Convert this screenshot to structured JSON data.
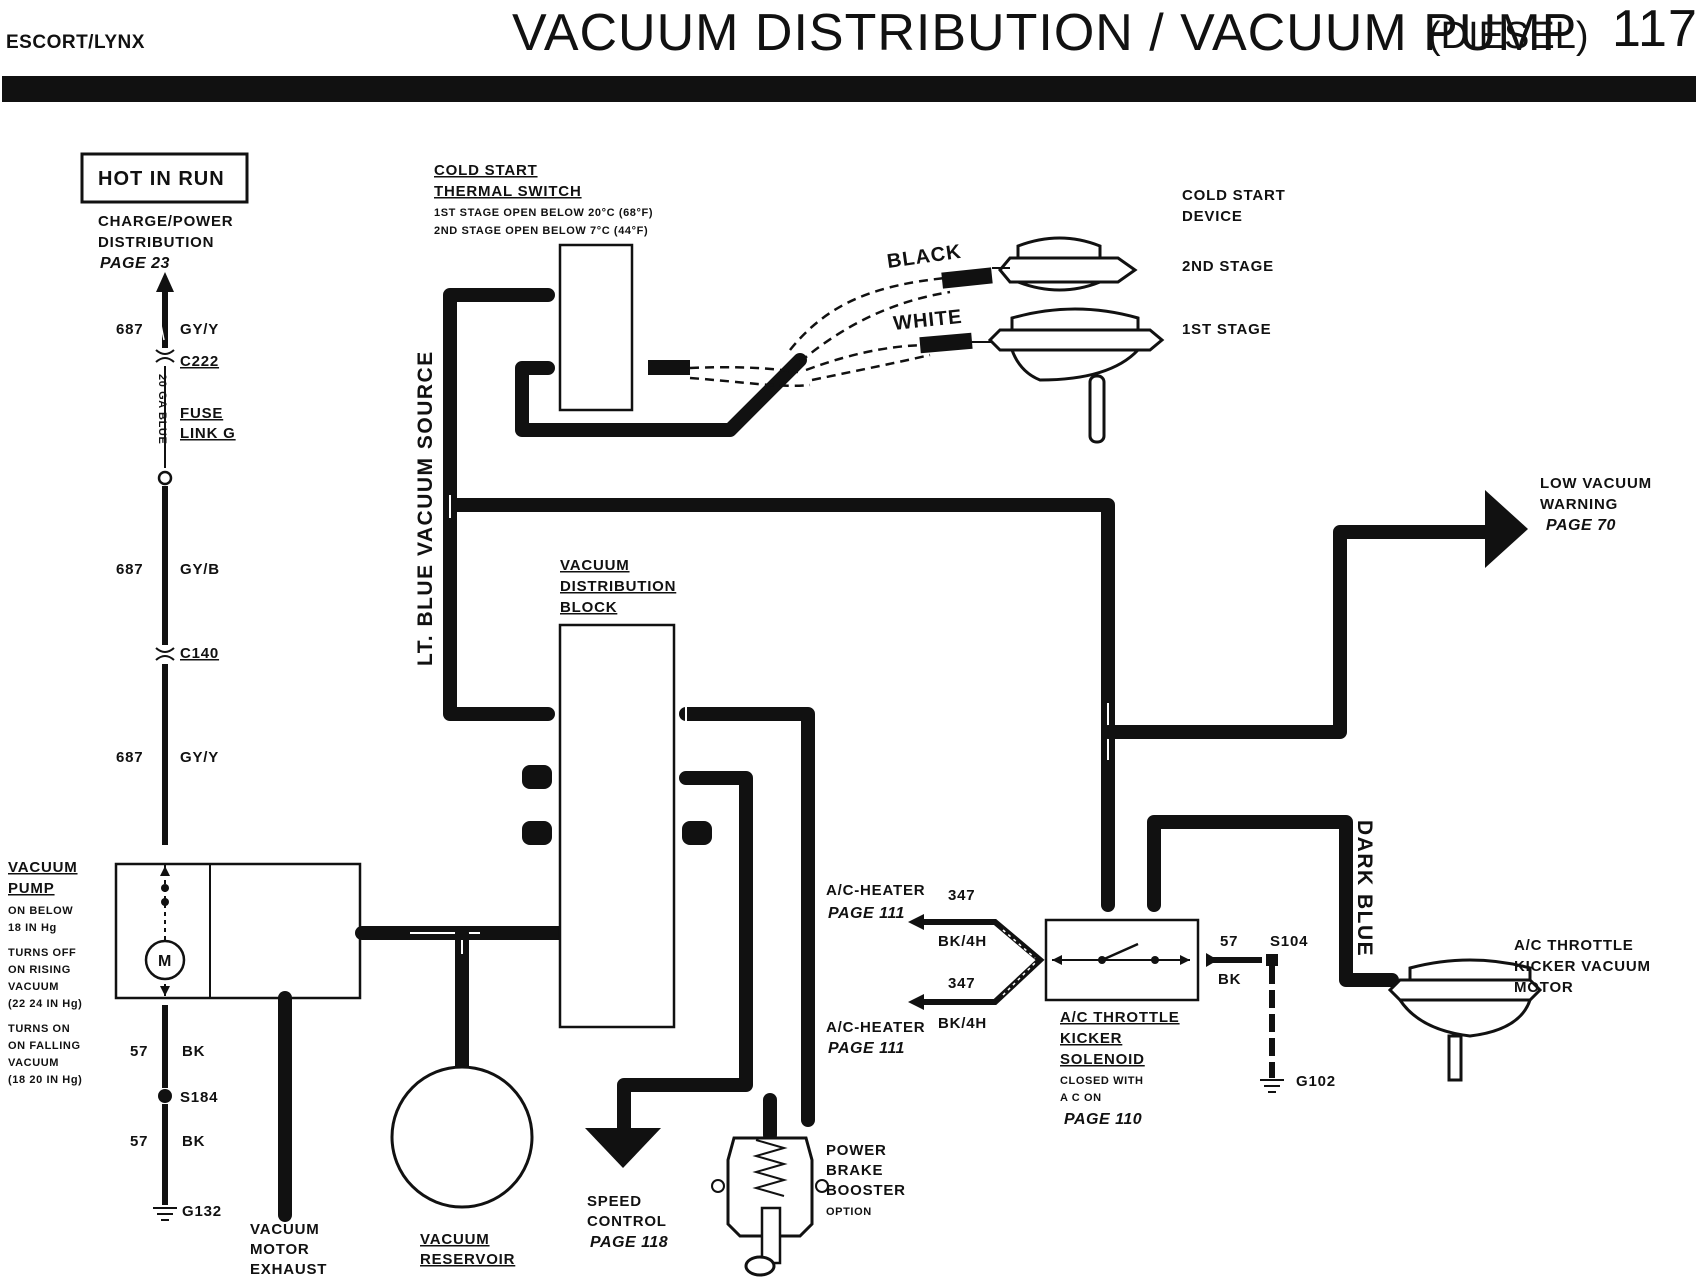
{
  "header": {
    "model": "ESCORT/LYNX",
    "title": "VACUUM DISTRIBUTION / VACUUM PUMP",
    "subtitle": "(DIESEL)",
    "page_number": "117"
  },
  "power": {
    "hot_in_run": "HOT IN RUN",
    "charge_line1": "CHARGE/POWER",
    "charge_line2": "DISTRIBUTION",
    "charge_page": "PAGE 23",
    "wire_687_a": "687",
    "gy_y_a": "GY/Y",
    "c222": "C222",
    "ga_blue": "20 GA BLUE",
    "fuse": "FUSE",
    "link_g": "LINK G",
    "wire_687_b": "687",
    "gy_b": "GY/B",
    "c140": "C140",
    "wire_687_c": "687",
    "gy_y_c": "GY/Y",
    "motor_symbol": "M",
    "wire_57_a": "57",
    "bk_a": "BK",
    "s184": "S184",
    "wire_57_b": "57",
    "bk_b": "BK",
    "g132": "G132"
  },
  "vacuum_pump": {
    "title1": "VACUUM",
    "title2": "PUMP",
    "notes": [
      "ON BELOW",
      "18 IN Hg",
      "TURNS OFF",
      "ON RISING",
      "VACUUM",
      "(22 24 IN Hg)",
      "TURNS ON",
      "ON FALLING",
      "VACUUM",
      "(18 20 IN Hg)"
    ]
  },
  "thermal_switch": {
    "title1": "COLD START",
    "title2": "THERMAL SWITCH",
    "note1": "1ST STAGE OPEN BELOW 20°C (68°F)",
    "note2": "2ND STAGE OPEN BELOW 7°C (44°F)"
  },
  "cold_start": {
    "device1": "COLD START",
    "device2": "DEVICE",
    "stage2": "2ND STAGE",
    "stage1": "1ST STAGE",
    "black": "BLACK",
    "white": "WHITE"
  },
  "source_label": "LT. BLUE VACUUM SOURCE",
  "distribution_block": {
    "line1": "VACUUM",
    "line2": "DISTRIBUTION",
    "line3": "BLOCK"
  },
  "low_vacuum": {
    "line1": "LOW VACUUM",
    "line2": "WARNING",
    "page": "PAGE 70"
  },
  "dark_blue": "DARK BLUE",
  "ac_heater": {
    "label_a": "A/C-HEATER",
    "page_a": "PAGE 111",
    "wire_a": "347",
    "color_a": "BK/4H",
    "wire_b": "347",
    "color_b": "BK/4H",
    "label_b": "A/C-HEATER",
    "page_b": "PAGE 111"
  },
  "solenoid": {
    "line1": "A/C THROTTLE",
    "line2": "KICKER",
    "line3": "SOLENOID",
    "note1": "CLOSED WITH",
    "note2": "A C ON",
    "page": "PAGE 110",
    "wire": "57",
    "color": "BK",
    "splice": "S104",
    "ground": "G102"
  },
  "kicker_motor": {
    "line1": "A/C THROTTLE",
    "line2": "KICKER VACUUM",
    "line3": "MOTOR"
  },
  "speed_control": {
    "line1": "SPEED",
    "line2": "CONTROL",
    "page": "PAGE 118"
  },
  "brake_booster": {
    "line1": "POWER",
    "line2": "BRAKE",
    "line3": "BOOSTER",
    "line4": "OPTION"
  },
  "vacuum_motor": {
    "line1": "VACUUM",
    "line2": "MOTOR",
    "line3": "EXHAUST"
  },
  "vacuum_reservoir": {
    "line1": "VACUUM",
    "line2": "RESERVOIR"
  }
}
